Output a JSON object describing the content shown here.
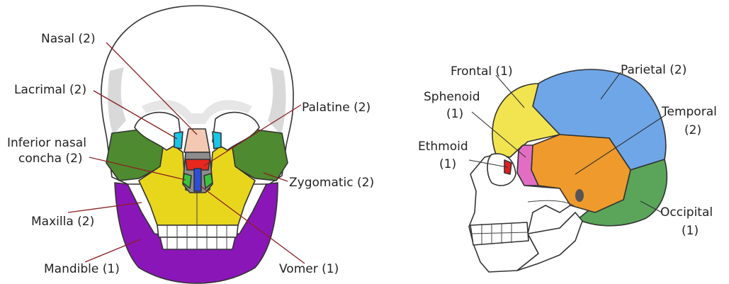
{
  "front_view": {
    "labels": {
      "nasal": "Nasal (2)",
      "lacrimal": "Lacrimal (2)",
      "inferior_nasal_concha_line1": "Inferior nasal",
      "inferior_nasal_concha_line2": "concha (2)",
      "maxilla": "Maxilla (2)",
      "mandible": "Mandible (1)",
      "palatine": "Palatine (2)",
      "zygomatic": "Zygomatic (2)",
      "vomer": "Vomer (1)"
    },
    "colors": {
      "skull": "#ffffff",
      "shadow": "#d9d9d9",
      "maxilla": "#e8d61c",
      "zygomatic": "#4e8a2f",
      "mandible": "#8a16b8",
      "nasal": "#f3c9b3",
      "lacrimal": "#19c6e6",
      "palatine": "#e8281e",
      "vomer": "#2d4fd6",
      "concha": "#3bc43b",
      "ethmoid_grey": "#8d8d8d",
      "leader": "#8b2020"
    }
  },
  "side_view": {
    "labels": {
      "frontal": "Frontal (1)",
      "parietal": "Parietal (2)",
      "sphenoid_line1": "Sphenoid",
      "sphenoid_line2": "(1)",
      "temporal_line1": "Temporal",
      "temporal_line2": "(2)",
      "ethmoid_line1": "Ethmoid",
      "ethmoid_line2": "(1)",
      "occipital_line1": "Occipital",
      "occipital_line2": "(1)"
    },
    "colors": {
      "frontal": "#f2e450",
      "parietal": "#6ea6e8",
      "sphenoid": "#e26ec4",
      "temporal": "#ef9a2c",
      "occipital": "#5aa55a",
      "ethmoid": "#e0201e",
      "face": "#ffffff",
      "leader": "#333333"
    }
  }
}
